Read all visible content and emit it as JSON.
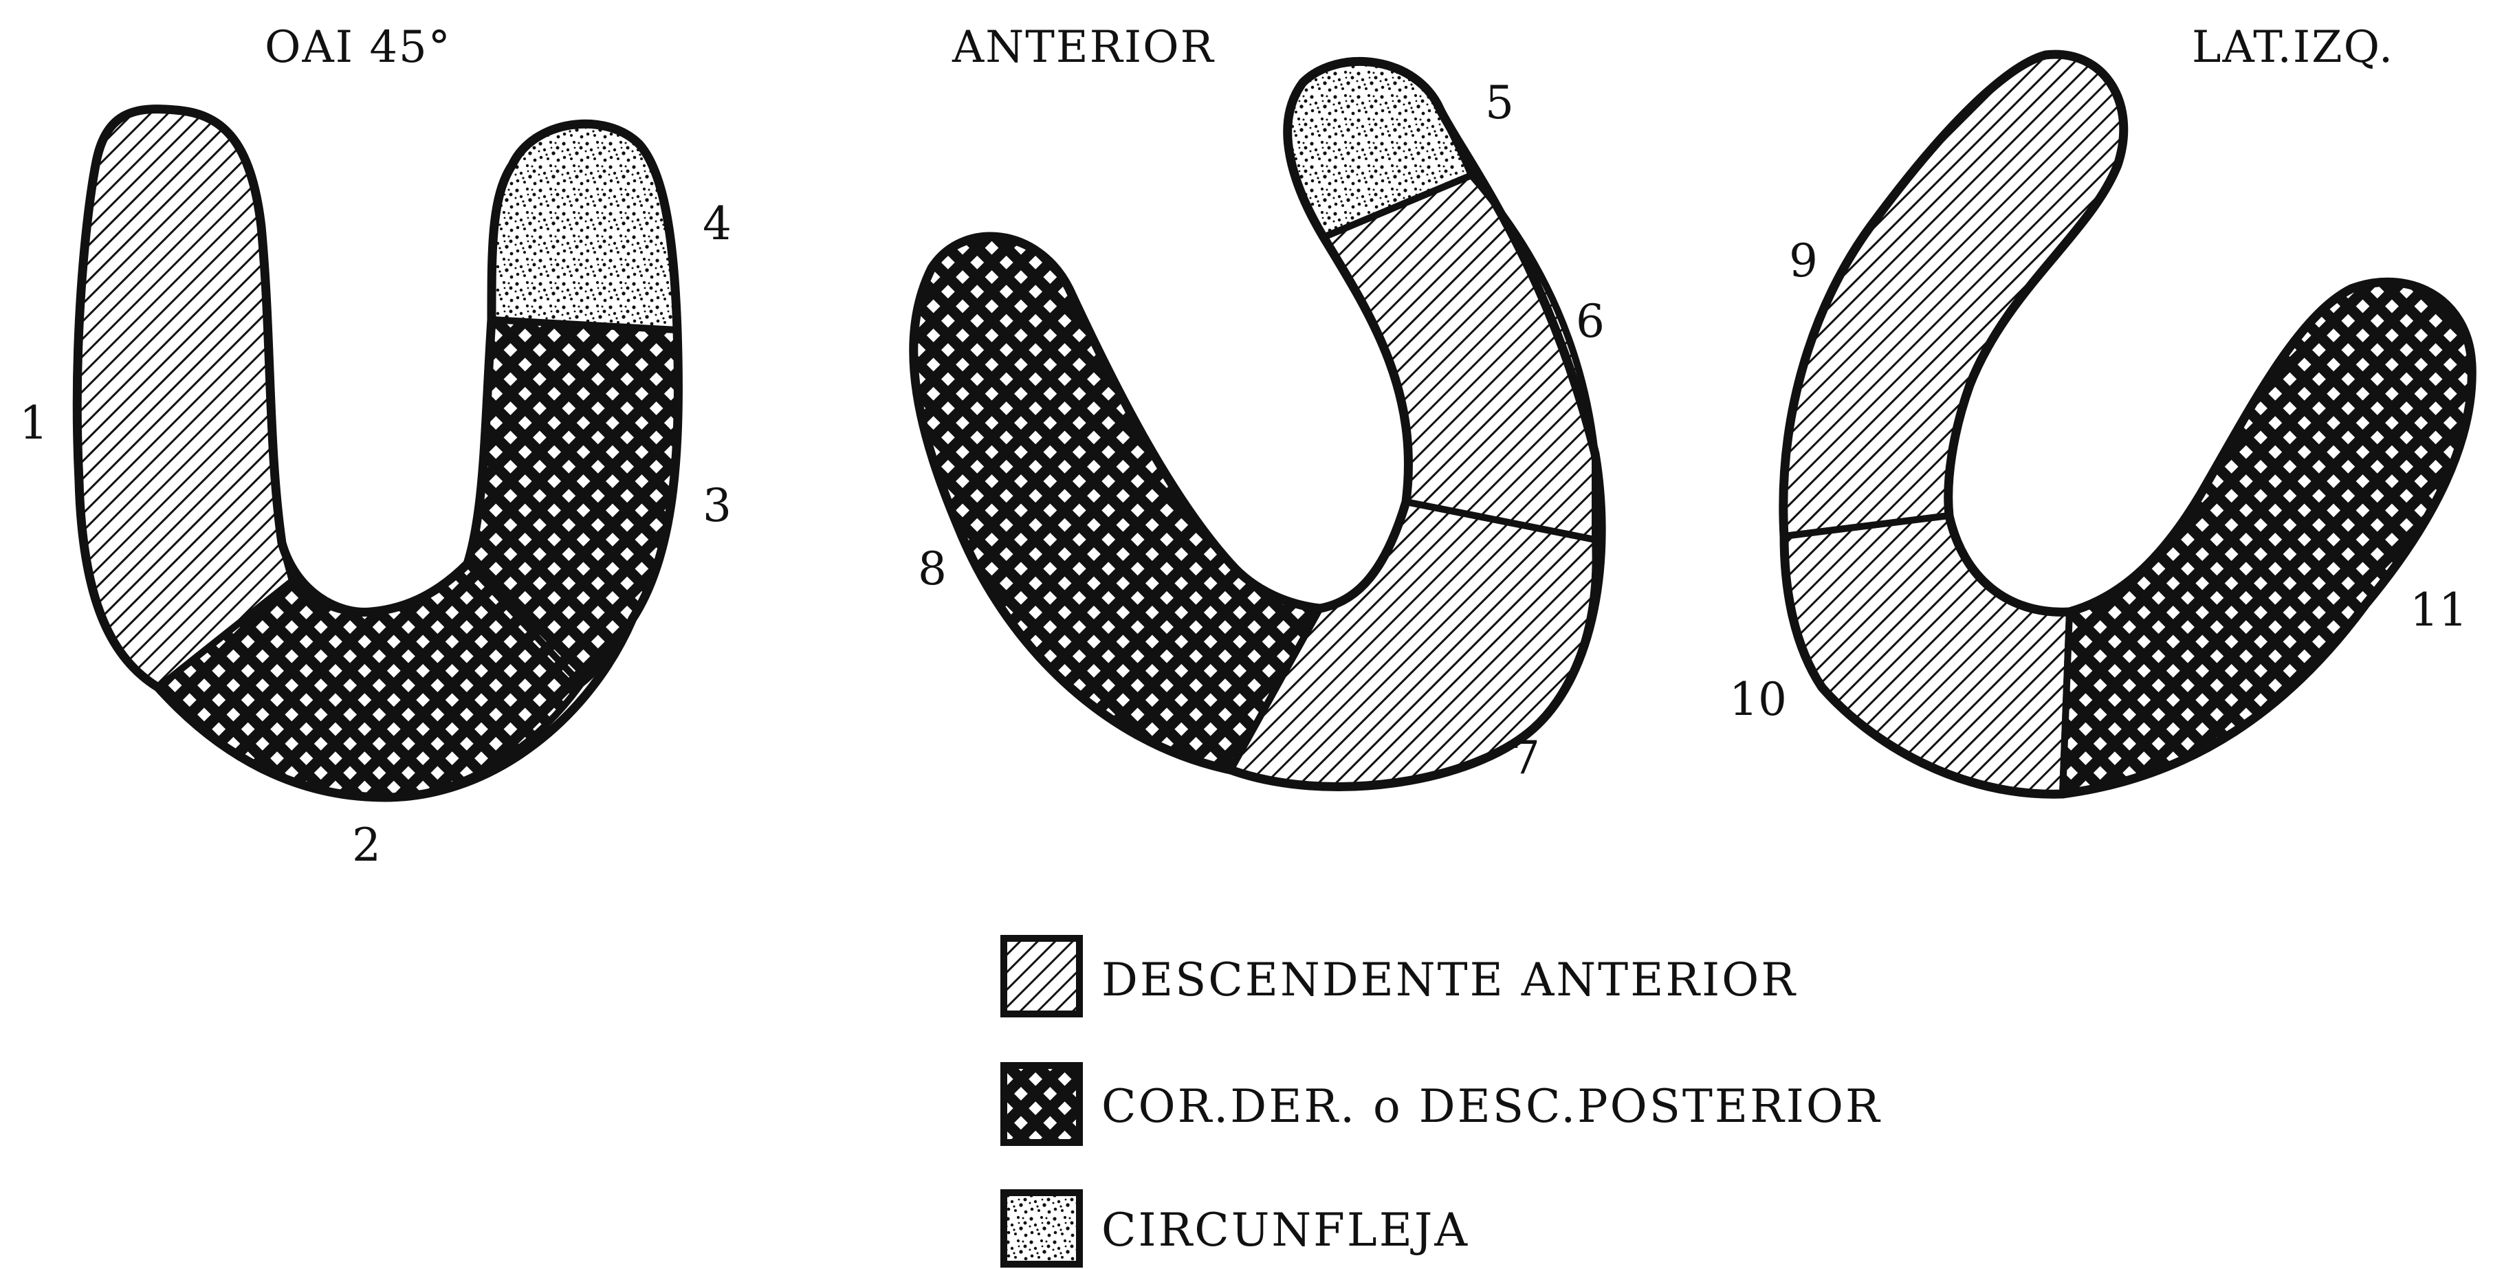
{
  "diagram": {
    "views": [
      {
        "id": "oai",
        "title": "OAI 45°"
      },
      {
        "id": "anterior",
        "title": "ANTERIOR"
      },
      {
        "id": "lateral",
        "title": "LAT.IZQ."
      }
    ],
    "segment_labels": [
      "1",
      "2",
      "3",
      "4",
      "5",
      "6",
      "7",
      "8",
      "9",
      "10",
      "11"
    ],
    "legend": [
      {
        "pattern": "diagonal-hatch",
        "label": "DESCENDENTE ANTERIOR"
      },
      {
        "pattern": "crosshatch",
        "label": "COR.DER. o DESC.POSTERIOR"
      },
      {
        "pattern": "stipple",
        "label": "CIRCUNFLEJA"
      }
    ],
    "colors": {
      "ink": "#111111",
      "paper": "#ffffff"
    }
  }
}
